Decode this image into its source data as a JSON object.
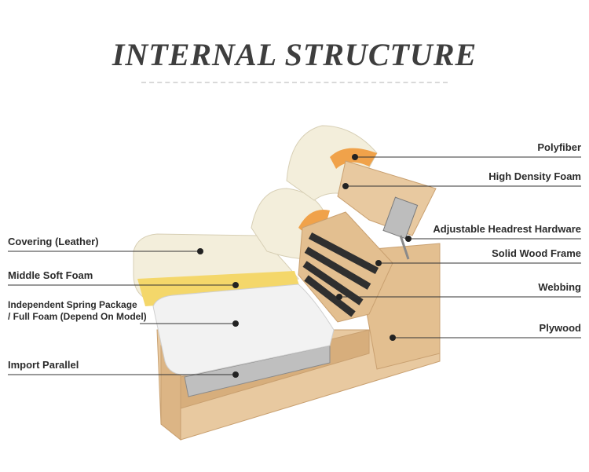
{
  "title": "INTERNAL STRUCTURE",
  "labels": {
    "covering": "Covering (Leather)",
    "middle_foam": "Middle Soft Foam",
    "spring_line1": "Independent Spring Package",
    "spring_line2": "/ Full Foam (Depend On Model)",
    "import_parallel": "Import Parallel",
    "polyfiber": "Polyfiber",
    "high_density_foam": "High Density Foam",
    "headrest_hardware": "Adjustable Headrest Hardware",
    "solid_wood_frame": "Solid Wood Frame",
    "webbing": "Webbing",
    "plywood": "Plywood"
  },
  "colors": {
    "wood": "#e8c9a0",
    "wood_dark": "#c9a070",
    "leather": "#f3eedb",
    "foam_yellow": "#f4d76a",
    "foam_orange": "#f0a24a",
    "spring": "#f2f2f2",
    "webbing": "#2f2f2f",
    "line": "#333333"
  }
}
